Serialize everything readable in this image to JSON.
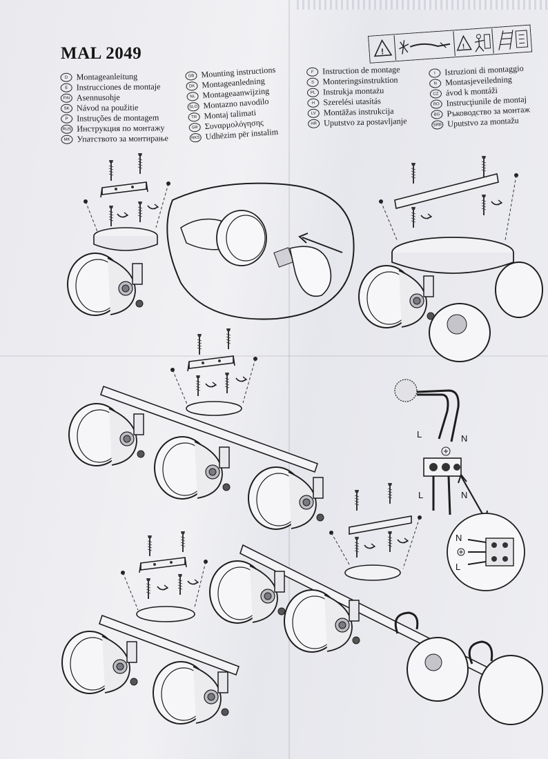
{
  "document": {
    "model": "MAL 2049",
    "languages_col1": [
      {
        "code": "D",
        "text": "Montageanleitung"
      },
      {
        "code": "E",
        "text": "Instrucciones de montaje"
      },
      {
        "code": "FIN",
        "text": "Asennusohje"
      },
      {
        "code": "SK",
        "text": "Návod na použitie"
      },
      {
        "code": "P",
        "text": "Instruções de montagem"
      },
      {
        "code": "RUS",
        "text": "Инструкция по монтажу"
      },
      {
        "code": "MK",
        "text": "Упатството за монтирање"
      }
    ],
    "languages_col2": [
      {
        "code": "GB",
        "text": "Mounting instructions"
      },
      {
        "code": "DK",
        "text": "Montageanledning"
      },
      {
        "code": "NL",
        "text": "Montageaanwijzing"
      },
      {
        "code": "SLO",
        "text": "Montazno navodilo"
      },
      {
        "code": "TR",
        "text": "Montaj talimati"
      },
      {
        "code": "GR",
        "text": "Συναρμολόγησης"
      },
      {
        "code": "RKS",
        "text": "Udhëzim për instalim"
      }
    ],
    "languages_col3": [
      {
        "code": "F",
        "text": "Instruction de montage"
      },
      {
        "code": "S",
        "text": "Monteringsinstruktion"
      },
      {
        "code": "PL",
        "text": "Instrukja montażu"
      },
      {
        "code": "H",
        "text": "Szerelési utasítás"
      },
      {
        "code": "LV",
        "text": "Montāžas instrukcija"
      },
      {
        "code": "HR",
        "text": "Uputstvo za postavljanje"
      }
    ],
    "languages_col4": [
      {
        "code": "I",
        "text": "Istruzioni di montaggio"
      },
      {
        "code": "N",
        "text": "Montasjeveiledning"
      },
      {
        "code": "CZ",
        "text": "ávod k montáži"
      },
      {
        "code": "RO",
        "text": "Instrucţiunile de montaj"
      },
      {
        "code": "BG",
        "text": "Ръководство за монтаж"
      },
      {
        "code": "SRB",
        "text": "Uputstvo za montažu"
      }
    ],
    "wiring_labels": {
      "live": "L",
      "neutral": "N"
    },
    "warning_icons": [
      "warning-triangle-icon",
      "no-cable-damage-icon",
      "warning-installer-icon",
      "no-ladder-icon"
    ],
    "colors": {
      "paper": "#eeeef2",
      "ink": "#1b1b1b"
    }
  }
}
